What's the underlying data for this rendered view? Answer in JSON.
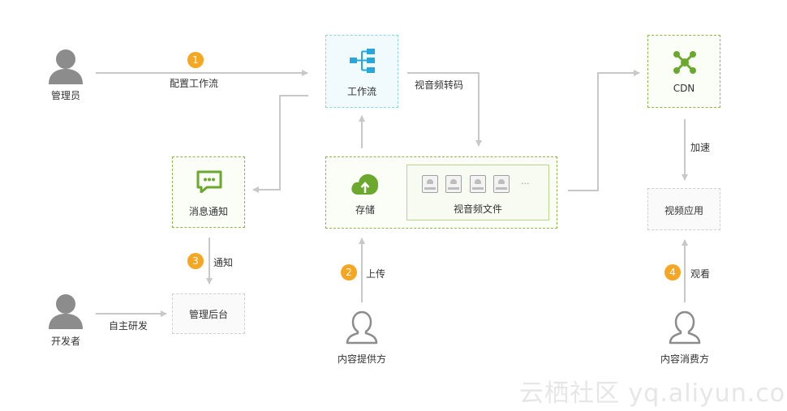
{
  "nodes": {
    "admin": "管理员",
    "workflow": "工作流",
    "cdn": "CDN",
    "message": "消息通知",
    "storage": "存储",
    "media_files": "视音频文件",
    "video_app": "视频应用",
    "console": "管理后台",
    "developer": "开发者",
    "provider": "内容提供方",
    "consumer": "内容消费方"
  },
  "edges": {
    "config_workflow": "配置工作流",
    "transcode": "视音频转码",
    "accelerate": "加速",
    "notify": "通知",
    "upload": "上传",
    "self_dev": "自主研发",
    "watch": "观看"
  },
  "steps": [
    "1",
    "2",
    "3",
    "4"
  ],
  "ellipsis": "...",
  "watermark": "云栖社区 yq.aliyun.com",
  "colors": {
    "badge": "#f5a623",
    "workflow_accent": "#27a8d8",
    "green_accent": "#6aa82e",
    "arrow": "#c8c8c8",
    "person": "#8c8c8c"
  },
  "icons": {
    "admin": "person-filled-icon",
    "developer": "person-filled-icon",
    "provider": "person-outline-icon",
    "consumer": "person-outline-icon",
    "workflow": "tree-icon",
    "cdn": "network-icon",
    "message": "message-icon",
    "storage": "cloud-upload-icon",
    "file": "file-icon"
  }
}
